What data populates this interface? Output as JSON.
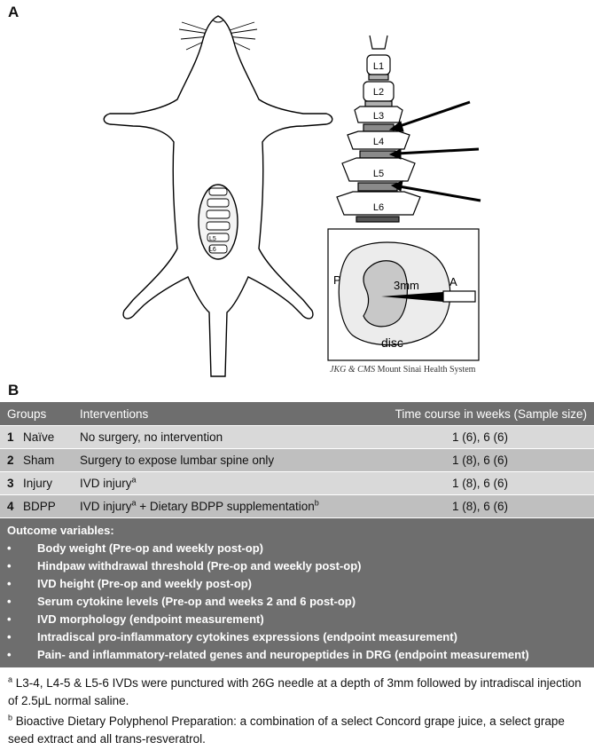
{
  "panel_a": {
    "label": "A",
    "vertebrae": [
      "L1",
      "L2",
      "L3",
      "L4",
      "L5",
      "L6"
    ],
    "small_vertebrae": [
      "L5",
      "L6"
    ],
    "disc_diagram": {
      "p": "P",
      "a": "A",
      "depth": "3mm",
      "disc": "disc"
    },
    "credit_prefix": "JKG & CMS",
    "credit_suffix": " Mount Sinai Health System"
  },
  "panel_b": {
    "label": "B",
    "headers": {
      "groups": "Groups",
      "interventions": "Interventions",
      "time": "Time course in weeks (Sample size)"
    },
    "rows": [
      {
        "num": "1",
        "group": "Naïve",
        "intervention": "No surgery, no intervention",
        "sup": "",
        "suffix": "",
        "sup2": "",
        "time": "1 (6), 6 (6)"
      },
      {
        "num": "2",
        "group": "Sham",
        "intervention": "Surgery to expose lumbar spine only",
        "sup": "",
        "suffix": "",
        "sup2": "",
        "time": "1 (8), 6 (6)"
      },
      {
        "num": "3",
        "group": "Injury",
        "intervention": "IVD injury",
        "sup": "a",
        "suffix": "",
        "sup2": "",
        "time": "1 (8), 6 (6)"
      },
      {
        "num": "4",
        "group": "BDPP",
        "intervention": "IVD injury",
        "sup": "a",
        "suffix": " + Dietary BDPP supplementation",
        "sup2": "b",
        "time": "1 (8), 6 (6)"
      }
    ],
    "outcome_title": "Outcome variables:",
    "bullet": "•",
    "outcomes": [
      "Body weight (Pre-op and weekly post-op)",
      "Hindpaw withdrawal threshold (Pre-op and weekly post-op)",
      "IVD height (Pre-op and weekly post-op)",
      "Serum cytokine levels (Pre-op and weeks 2 and 6 post-op)",
      "IVD morphology (endpoint measurement)",
      "Intradiscal pro-inflammatory cytokines expressions (endpoint measurement)",
      "Pain- and inflammatory-related genes and neuropeptides in DRG (endpoint measurement)"
    ],
    "footnotes": [
      {
        "mark": "a",
        "text": "L3-4, L4-5 & L5-6 IVDs were punctured with 26G needle at a depth of 3mm followed by intradiscal injection of 2.5μL normal saline."
      },
      {
        "mark": "b",
        "text": "Bioactive Dietary Polyphenol Preparation: a combination of a select Concord grape juice, a select grape seed extract and all trans-resveratrol."
      }
    ]
  }
}
